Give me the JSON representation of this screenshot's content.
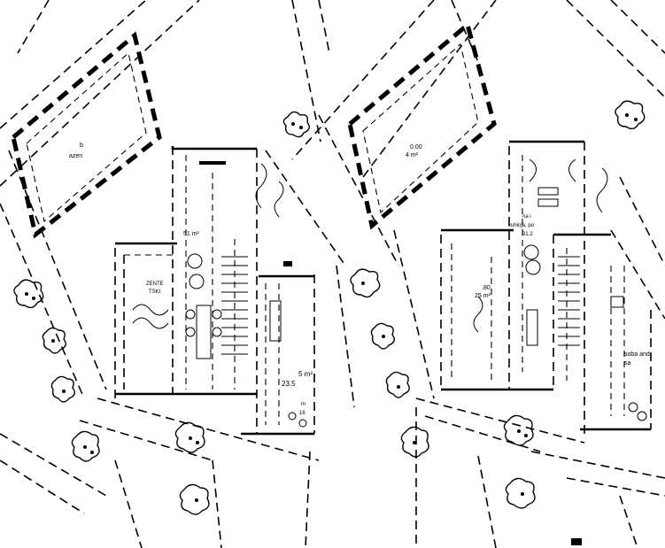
{
  "labels": {
    "pool_left_a": "b",
    "pool_left_b": "azen",
    "pool_right_value": "0.00",
    "pool_right_area": "4 m²",
    "room_left": "ZENTE",
    "room_left_sub": "TSKI",
    "terrace_left_area": "51 m²",
    "area_left_main": "5 m²",
    "area_left_value": "23.5",
    "left_small_a": "m",
    "left_small_b": "16",
    "right_kitchen_a": "na i",
    "right_kitchen_b": "kuhinja, po",
    "right_kitchen_c": "31.2",
    "right_dining_a": ".80",
    "right_dining_b": "25 m²",
    "right_bedroom_a": "soba and",
    "right_bedroom_b": "sa"
  }
}
